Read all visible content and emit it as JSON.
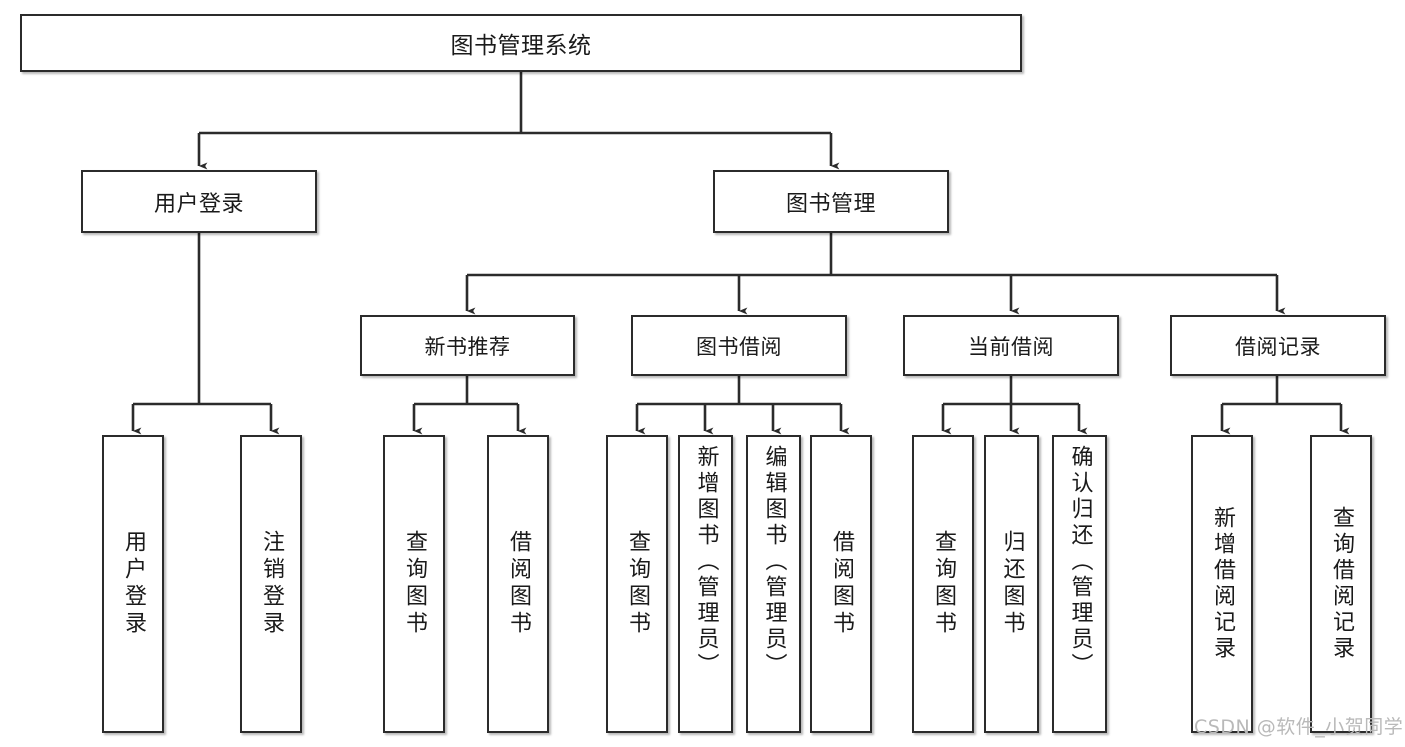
{
  "diagram": {
    "type": "tree-hierarchy-chart",
    "title": "图书管理系统",
    "background_color": "#ffffff",
    "line_color": "#2b2b2b",
    "box_border_color": "#2b2b2b",
    "text_color": "#1a1a1a",
    "watermark": "CSDN @软件_小贺同学",
    "watermark_color": "#b9b9b9"
  },
  "nodes": {
    "root": {
      "label": "图书管理系统"
    },
    "level2": [
      {
        "id": "user-login",
        "label": "用户登录"
      },
      {
        "id": "book-management",
        "label": "图书管理"
      }
    ],
    "level3": [
      {
        "id": "new-book-recommend",
        "label": "新书推荐"
      },
      {
        "id": "book-borrow",
        "label": "图书借阅"
      },
      {
        "id": "current-borrow",
        "label": "当前借阅"
      },
      {
        "id": "borrow-record",
        "label": "借阅记录"
      }
    ],
    "leaves": [
      {
        "id": "leaf-user-login",
        "label": "用户登录",
        "parent": "user-login"
      },
      {
        "id": "leaf-logout-login",
        "label": "注销登录",
        "parent": "user-login"
      },
      {
        "id": "leaf-query-book-a",
        "label": "查询图书",
        "parent": "new-book-recommend"
      },
      {
        "id": "leaf-borrow-book-a",
        "label": "借阅图书",
        "parent": "new-book-recommend"
      },
      {
        "id": "leaf-query-book-b",
        "label": "查询图书",
        "parent": "book-borrow"
      },
      {
        "id": "leaf-add-book-admin",
        "label": "新增图书（管理员）",
        "parent": "book-borrow"
      },
      {
        "id": "leaf-edit-book-admin",
        "label": "编辑图书（管理员）",
        "parent": "book-borrow"
      },
      {
        "id": "leaf-borrow-book-b",
        "label": "借阅图书",
        "parent": "book-borrow"
      },
      {
        "id": "leaf-query-book-c",
        "label": "查询图书",
        "parent": "current-borrow"
      },
      {
        "id": "leaf-return-book",
        "label": "归还图书",
        "parent": "current-borrow"
      },
      {
        "id": "leaf-confirm-return-admin",
        "label": "确认归还（管理员）",
        "parent": "current-borrow"
      },
      {
        "id": "leaf-add-borrow-record",
        "label": "新增借阅记录",
        "parent": "borrow-record"
      },
      {
        "id": "leaf-query-borrow-record",
        "label": "查询借阅记录",
        "parent": "borrow-record"
      }
    ]
  }
}
